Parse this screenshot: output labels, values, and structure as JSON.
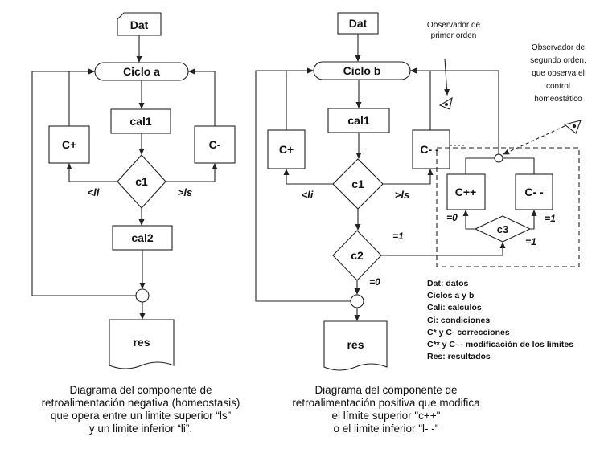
{
  "left_diagram": {
    "dat": "Dat",
    "ciclo": "Ciclo a",
    "cal1": "cal1",
    "c_plus": "C+",
    "c_minus": "C-",
    "c1": "c1",
    "li": "<li",
    "ls": ">ls",
    "cal2": "cal2",
    "res": "res",
    "caption": [
      "Diagrama del componente de",
      "retroalimentación negativa (homeostasis)",
      "que opera entre un limite superior “ls”",
      "y un limite inferior “li”."
    ]
  },
  "right_diagram": {
    "dat": "Dat",
    "ciclo": "Ciclo b",
    "cal1": "cal1",
    "c_plus": "C+",
    "c_minus": "C- -",
    "c1": "c1",
    "li": "<li",
    "ls": ">ls",
    "c2": "c2",
    "c2_yes": "=1",
    "c2_no": "=0",
    "c_plusplus": "C++",
    "c_minusminus": "C- -",
    "c3": "c3",
    "c3_left": "=0",
    "c3_right": "=1",
    "c3_bottom": "=1",
    "res": "res",
    "observer1": [
      "Observador de",
      "primer orden"
    ],
    "observer2": [
      "Observador de",
      "segundo orden,",
      "que observa el",
      "control",
      "homeostático"
    ],
    "caption": [
      "Diagrama del componente de",
      "retroalimentación positiva  que modifica",
      "el límite superior \"c++\"",
      "o el limite  inferior \"l- -\""
    ]
  },
  "legend": [
    "Dat: datos",
    "Ciclos a y b",
    "Cali: calculos",
    "Ci: condiciones",
    "C* y C-  correcciones",
    "C** y C- - modificación de los limites",
    "Res: resultados"
  ]
}
